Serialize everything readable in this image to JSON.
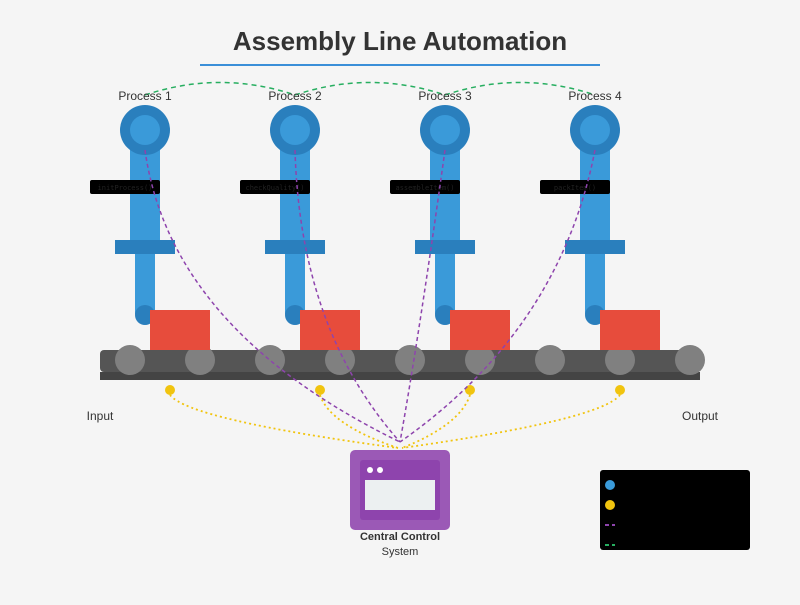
{
  "title": "Assembly Line Automation",
  "processes": [
    {
      "label": "Process 1",
      "code": "initProcess()"
    },
    {
      "label": "Process 2",
      "code": "checkQuality()"
    },
    {
      "label": "Process 3",
      "code": "assembleItem()"
    },
    {
      "label": "Process 4",
      "code": "packItem()"
    }
  ],
  "io": {
    "input": "Input",
    "output": "Output"
  },
  "control": {
    "title": "Central Control",
    "subtitle": "System"
  },
  "colors": {
    "background": "#f5f5f5",
    "title_underline": "#3a8fd8",
    "robot_arm": "#3a9ad9",
    "robot_joint": "#2a7fbd",
    "robot_crossbar": "#2a7fbd",
    "product": "#e74c3c",
    "conveyor_belt": "#555555",
    "conveyor_roller": "#808080",
    "sensor": "#f1c40f",
    "control_box": "#9b59b6",
    "control_inner": "#8e44ad",
    "data_line": "#8e44ad",
    "sensor_line": "#f1c40f",
    "sync_line": "#27ae60",
    "legend_bg": "#000000"
  },
  "legend": [
    {
      "type": "circle",
      "color": "#3a9ad9",
      "icon": "robot-dot-icon"
    },
    {
      "type": "circle",
      "color": "#f1c40f",
      "icon": "sensor-dot-icon"
    },
    {
      "type": "dash",
      "color": "#8e44ad",
      "icon": "data-line-icon"
    },
    {
      "type": "dash",
      "color": "#27ae60",
      "icon": "sync-line-icon"
    }
  ]
}
